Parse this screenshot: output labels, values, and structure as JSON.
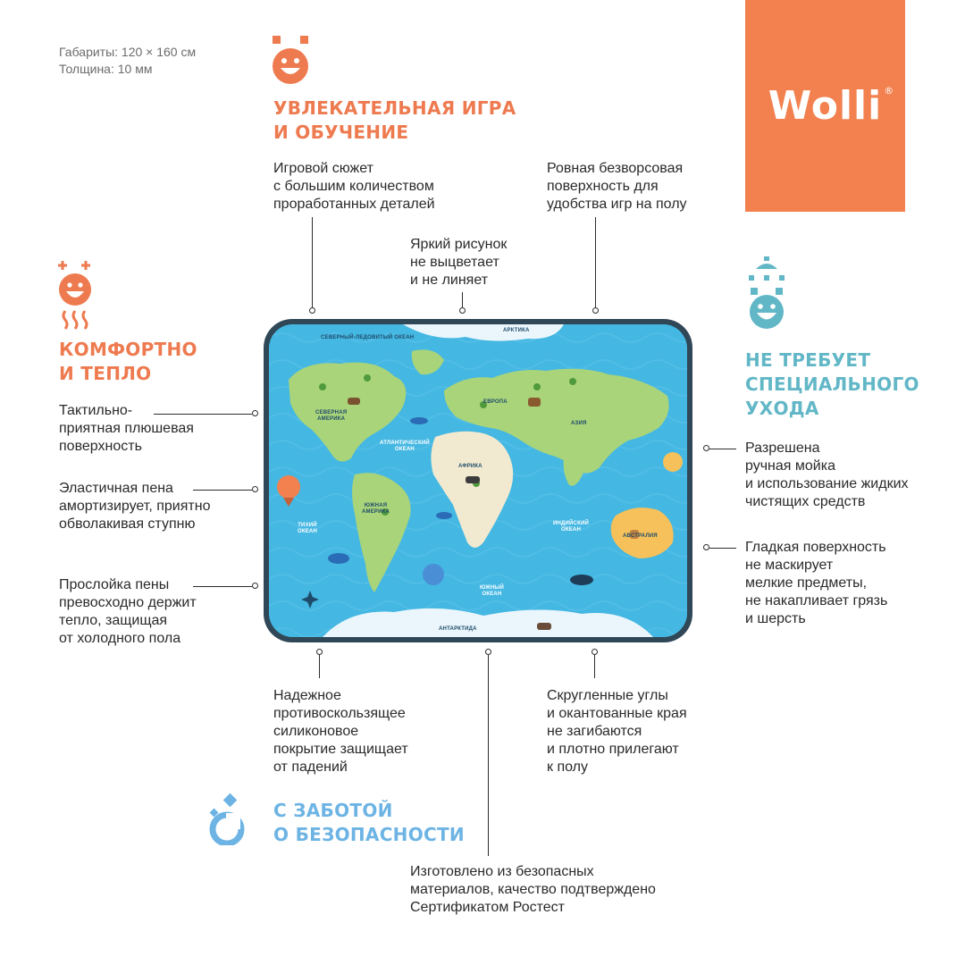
{
  "specs": {
    "dimensions": "Габариты:  120 × 160 см",
    "thickness": "Толщина:  10 мм"
  },
  "brand": {
    "name": "Wolli",
    "registered": "®",
    "color": "#f2814f"
  },
  "sections": {
    "play": {
      "title": "УВЛЕКАТЕЛЬНАЯ ИГРА\nИ ОБУЧЕНИЕ",
      "color": "#ee7a4f",
      "icon": "smiley-face-icon"
    },
    "comfort": {
      "title": "КОМФОРТНО\nИ ТЕПЛО",
      "color": "#ee7a4f",
      "icon": "warm-smiley-icon"
    },
    "care": {
      "title": "НЕ ТРЕБУЕТ\nСПЕЦИАЛЬНОГО\nУХОДА",
      "color": "#62b7c7",
      "icon": "shower-smiley-icon"
    },
    "safety": {
      "title": "С ЗАБОТОЙ\nО БЕЗОПАСНОСТИ",
      "color": "#6db4e4",
      "icon": "safety-drops-icon"
    }
  },
  "features": {
    "plot": "Игровой сюжет\nс большим количеством\nпроработанных деталей",
    "surface": "Ровная безворсовая\nповерхность для\nудобства игр  на полу",
    "bright": "Яркий рисунок\nне выцветает\nи не линяет",
    "plush": "Тактильно-\nприятная плюшевая\nповерхность",
    "foam": "Эластичная пена\nамортизирует, приятно\nобволакивая ступню",
    "warm": "Прослойка пены\nпревосходно держит\nтепло, защищая\nот холодного пола",
    "wash": "Разрешена\nручная мойка\nи использование жидких\nчистящих средств",
    "smooth": "Гладкая поверхность\nне маскирует\nмелкие предметы,\nне накапливает грязь\nи шерсть",
    "nonslip": "Надежное\nпротивоскользящее\nсиликоновое\nпокрытие защищает\nот падений",
    "corners": "Скругленные углы\nи окантованные края\nне загибаются\nи плотно прилегают\nк полу",
    "certified": "Изготовлено из безопасных\nматериалов, качество подтверждено\nСертификатом Ростест"
  },
  "map": {
    "labels": {
      "arctic_ocean": "СЕВЕРНЫЙ-ЛЕДОВИТЫЙ ОКЕАН",
      "arctic": "АРКТИКА",
      "north_america": "СЕВЕРНАЯ\nАМЕРИКА",
      "atlantic": "АТЛАНТИЧЕСКИЙ\nОКЕАН",
      "europe": "ЕВРОПА",
      "asia": "АЗИЯ",
      "africa": "АФРИКА",
      "south_america": "ЮЖНАЯ\nАМЕРИКА",
      "pacific": "ТИХИЙ\nОКЕАН",
      "indian": "ИНДИЙСКИЙ\nОКЕАН",
      "australia": "АВСТРАЛИЯ",
      "southern": "ЮЖНЫЙ\nОКЕАН",
      "antarctica": "АНТАРКТИДА"
    },
    "colors": {
      "ocean": "#44b7e2",
      "land": "#a9d47a",
      "africa": "#f2ead0",
      "australia": "#f6c15a",
      "ice": "#eaf6fb",
      "border": "#2f4756"
    }
  }
}
